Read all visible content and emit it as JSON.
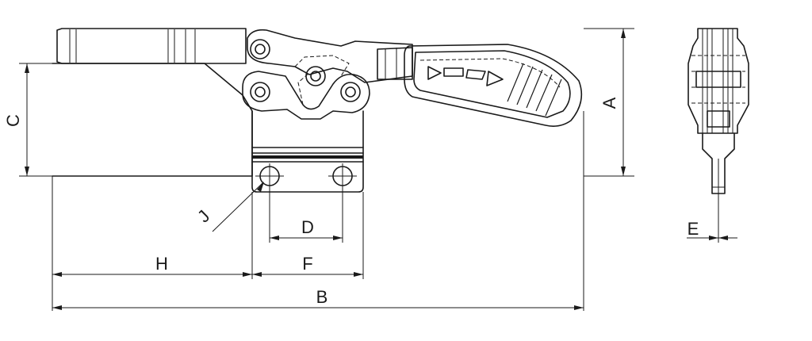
{
  "drawing": {
    "labels": {
      "A": "A",
      "B": "B",
      "C": "C",
      "D": "D",
      "E": "E",
      "F": "F",
      "H": "H",
      "J": "J"
    }
  }
}
